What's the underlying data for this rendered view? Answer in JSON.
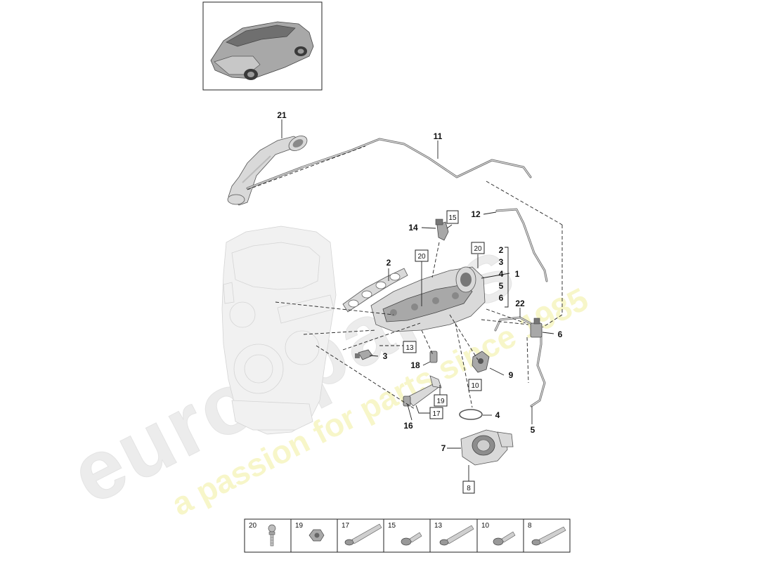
{
  "watermark": {
    "brand": "eurospares",
    "tagline": "a passion for parts since 1985"
  },
  "callouts": {
    "c1": "1",
    "c2": "2",
    "c2b": "2",
    "c3": "3",
    "c3b": "3",
    "c4": "4",
    "c4b": "4",
    "c5": "5",
    "c5b": "5",
    "c6": "6",
    "c6b": "6",
    "c7": "7",
    "c9": "9",
    "c11": "11",
    "c12": "12",
    "c14": "14",
    "c16": "16",
    "c18": "18",
    "c21": "21",
    "c22": "22"
  },
  "boxed_callouts": {
    "b8": "8",
    "b10": "10",
    "b13": "13",
    "b15": "15",
    "b17": "17",
    "b19": "19",
    "b20a": "20",
    "b20b": "20"
  },
  "hardware_table": {
    "cells": [
      {
        "label": "20",
        "icon": "ball-stud-icon"
      },
      {
        "label": "19",
        "icon": "hex-nut-icon"
      },
      {
        "label": "17",
        "icon": "long-bolt-icon"
      },
      {
        "label": "15",
        "icon": "short-bolt-icon"
      },
      {
        "label": "13",
        "icon": "long-bolt-icon"
      },
      {
        "label": "10",
        "icon": "short-bolt-icon"
      },
      {
        "label": "8",
        "icon": "long-bolt-icon"
      }
    ]
  }
}
